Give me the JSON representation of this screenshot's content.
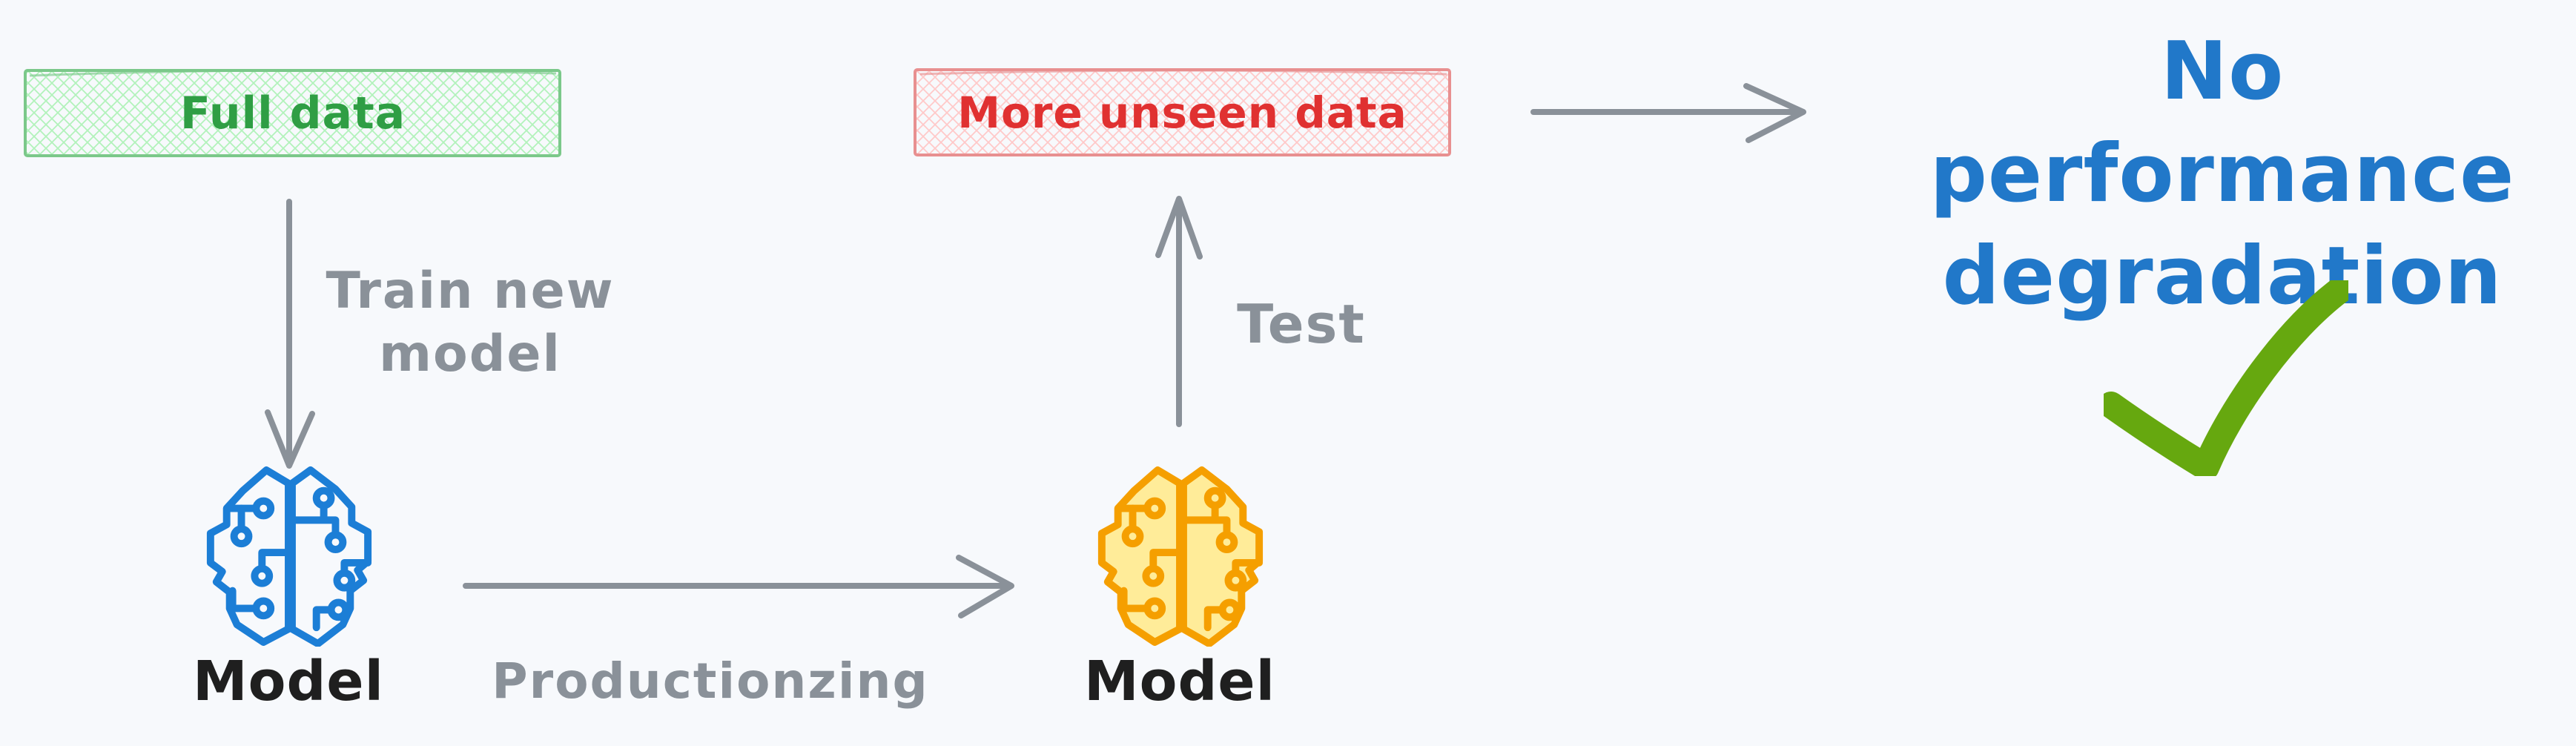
{
  "theme": {
    "bg": "#f7f9fc",
    "gray": "#8a9199",
    "ink": "#1f1f1f",
    "green": "#2f9e44",
    "green-border": "#7bc88a",
    "green-hatch": "#b2f2bb",
    "red": "#e03131",
    "red-border": "#e89090",
    "red-hatch": "#ffc9c9",
    "blue": "#2178c9",
    "brain-blue": "#1c7ed6",
    "orange": "#f59f00",
    "orange-fill": "#ffec99",
    "check": "#66a80f"
  },
  "nodes": {
    "full_data": {
      "label": "Full data"
    },
    "more_unseen_data": {
      "label": "More unseen data"
    },
    "model_left": {
      "label": "Model",
      "icon": "brain-circuit-icon"
    },
    "model_right": {
      "label": "Model",
      "icon": "brain-circuit-icon"
    }
  },
  "edges": {
    "train": {
      "lines": [
        "Train new",
        "model"
      ]
    },
    "productionize": {
      "label": "Productionzing"
    },
    "test": {
      "label": "Test"
    }
  },
  "outcome": {
    "lines": [
      "No performance",
      "degradation"
    ],
    "icon": "checkmark-icon"
  }
}
